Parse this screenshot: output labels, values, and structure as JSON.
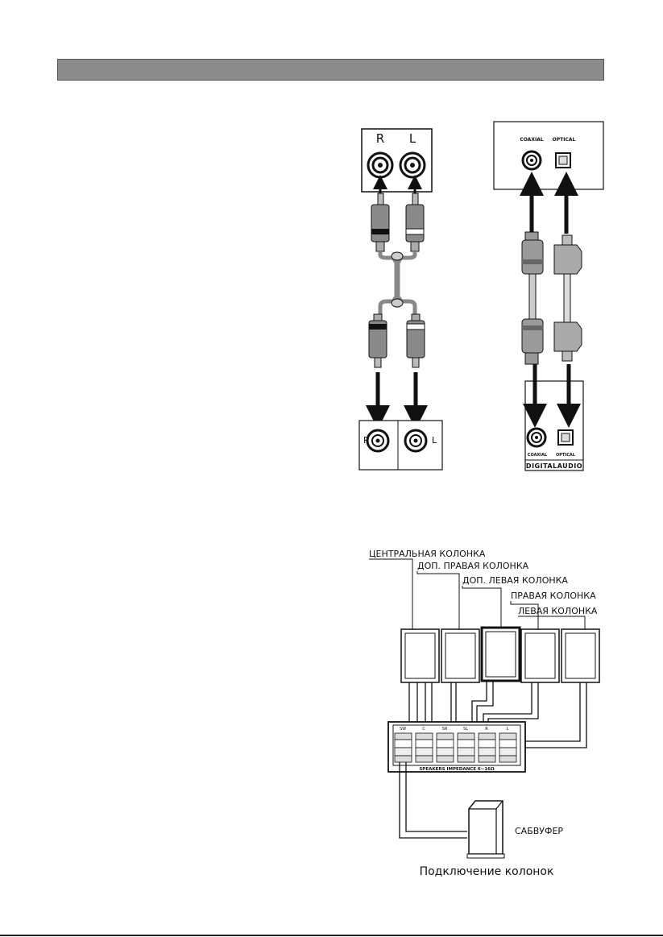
{
  "analog": {
    "jack_right_label": "R",
    "jack_left_label": "L",
    "bottom_right_label": "R",
    "bottom_left_label": "L"
  },
  "digital": {
    "top_coaxial_label": "COAXIAL",
    "top_optical_label": "OPTICAL",
    "bottom_coaxial_label": "COAXIAL",
    "bottom_optical_label": "OPTICAL",
    "panel_label": "DIGITALAUDIO"
  },
  "speakers": {
    "labels": [
      "ЦЕНТРАЛЬНАЯ КОЛОНКА",
      "ДОП. ПРАВАЯ КОЛОНКА",
      "ДОП. ЛЕВАЯ КОЛОНКА",
      "ПРАВАЯ КОЛОНКА",
      "ЛЕВАЯ КОЛОНКА"
    ],
    "terminal_labels": [
      "SW",
      "C",
      "SR",
      "SL",
      "R",
      "L"
    ],
    "panel_caption": "SPEAKERS   IMPEDANCE 6~16Ω",
    "subwoofer_label": "САБВУФЕР",
    "caption": "Подключение колонок"
  }
}
